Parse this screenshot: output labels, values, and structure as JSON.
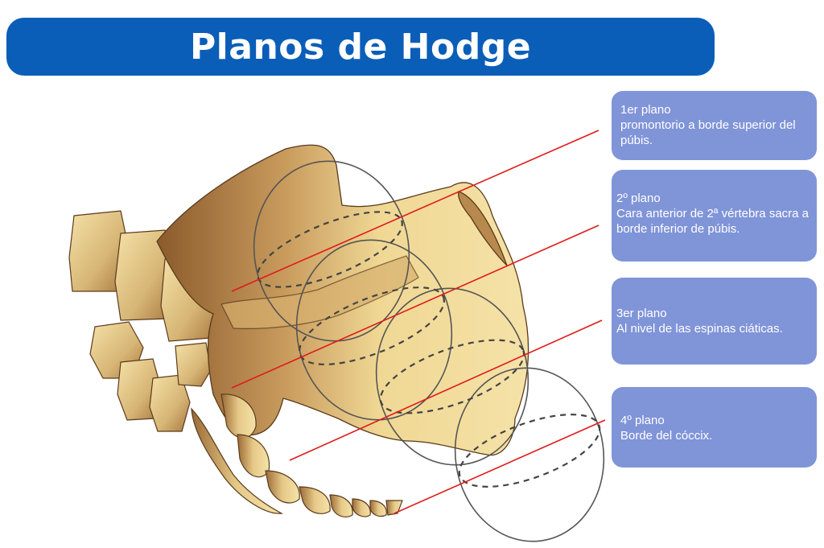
{
  "title": "Planos de Hodge",
  "planes": [
    {
      "name": "1er plano",
      "description": "promontorio a borde superior del púbis."
    },
    {
      "name": "2º plano",
      "description": "Cara anterior de 2ª vértebra sacra a borde inferior de púbis."
    },
    {
      "name": "3er plano",
      "description": "Al nivel de las espinas ciáticas."
    },
    {
      "name": "4º plano",
      "description": "Borde del cóccix."
    }
  ],
  "colors": {
    "title_bar": "#0a5eb8",
    "label_box": "#8094d8",
    "plane_line": "#e01b1b",
    "bone_light": "#f2dc9c",
    "bone_dark": "#8b5a2b",
    "circle": "#555555"
  }
}
